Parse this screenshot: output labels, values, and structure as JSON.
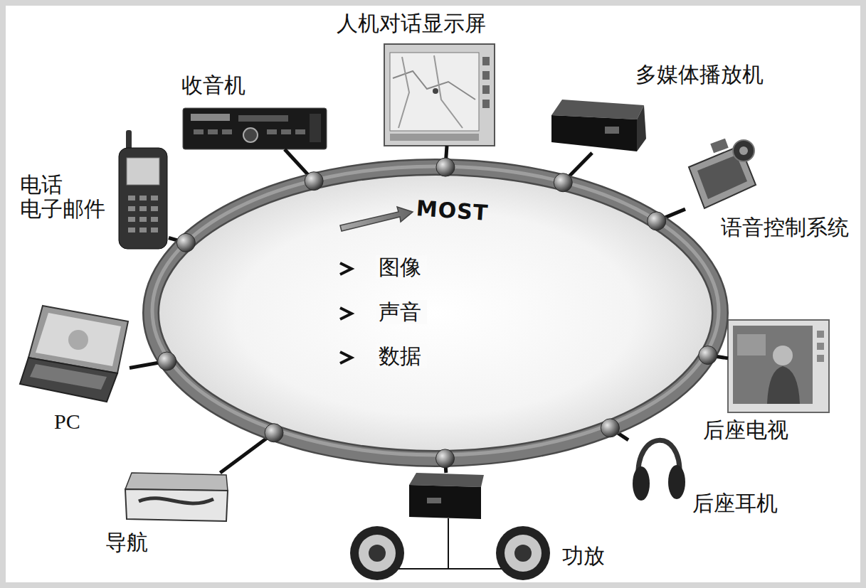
{
  "diagram": {
    "nodes": [
      {
        "text": [
          "人机对话显示屏"
        ]
      },
      {
        "text": [
          "收音机"
        ]
      },
      {
        "text": [
          "多媒体播放机"
        ]
      },
      {
        "text": [
          "电话 电子邮件"
        ]
      },
      {
        "text": [
          "语音控制系统"
        ]
      },
      {
        "text": [
          "MOST",
          "图像",
          "声音",
          "数据"
        ]
      },
      {
        "text": [
          "PC"
        ]
      },
      {
        "text": [
          "后座电视"
        ]
      },
      {
        "text": [
          "后座耳机"
        ]
      },
      {
        "text": [
          "导航"
        ]
      },
      {
        "text": [
          "功放"
        ]
      }
    ],
    "edges": [
      {
        "from": 5,
        "to": 0,
        "arrow": "none"
      },
      {
        "from": 5,
        "to": 1,
        "arrow": "none"
      },
      {
        "from": 5,
        "to": 2,
        "arrow": "none"
      },
      {
        "from": 5,
        "to": 3,
        "arrow": "none"
      },
      {
        "from": 5,
        "to": 4,
        "arrow": "none"
      },
      {
        "from": 5,
        "to": 6,
        "arrow": "none"
      },
      {
        "from": 5,
        "to": 7,
        "arrow": "none"
      },
      {
        "from": 5,
        "to": 8,
        "arrow": "none"
      },
      {
        "from": 5,
        "to": 9,
        "arrow": "none"
      },
      {
        "from": 5,
        "to": 10,
        "arrow": "none"
      }
    ]
  }
}
